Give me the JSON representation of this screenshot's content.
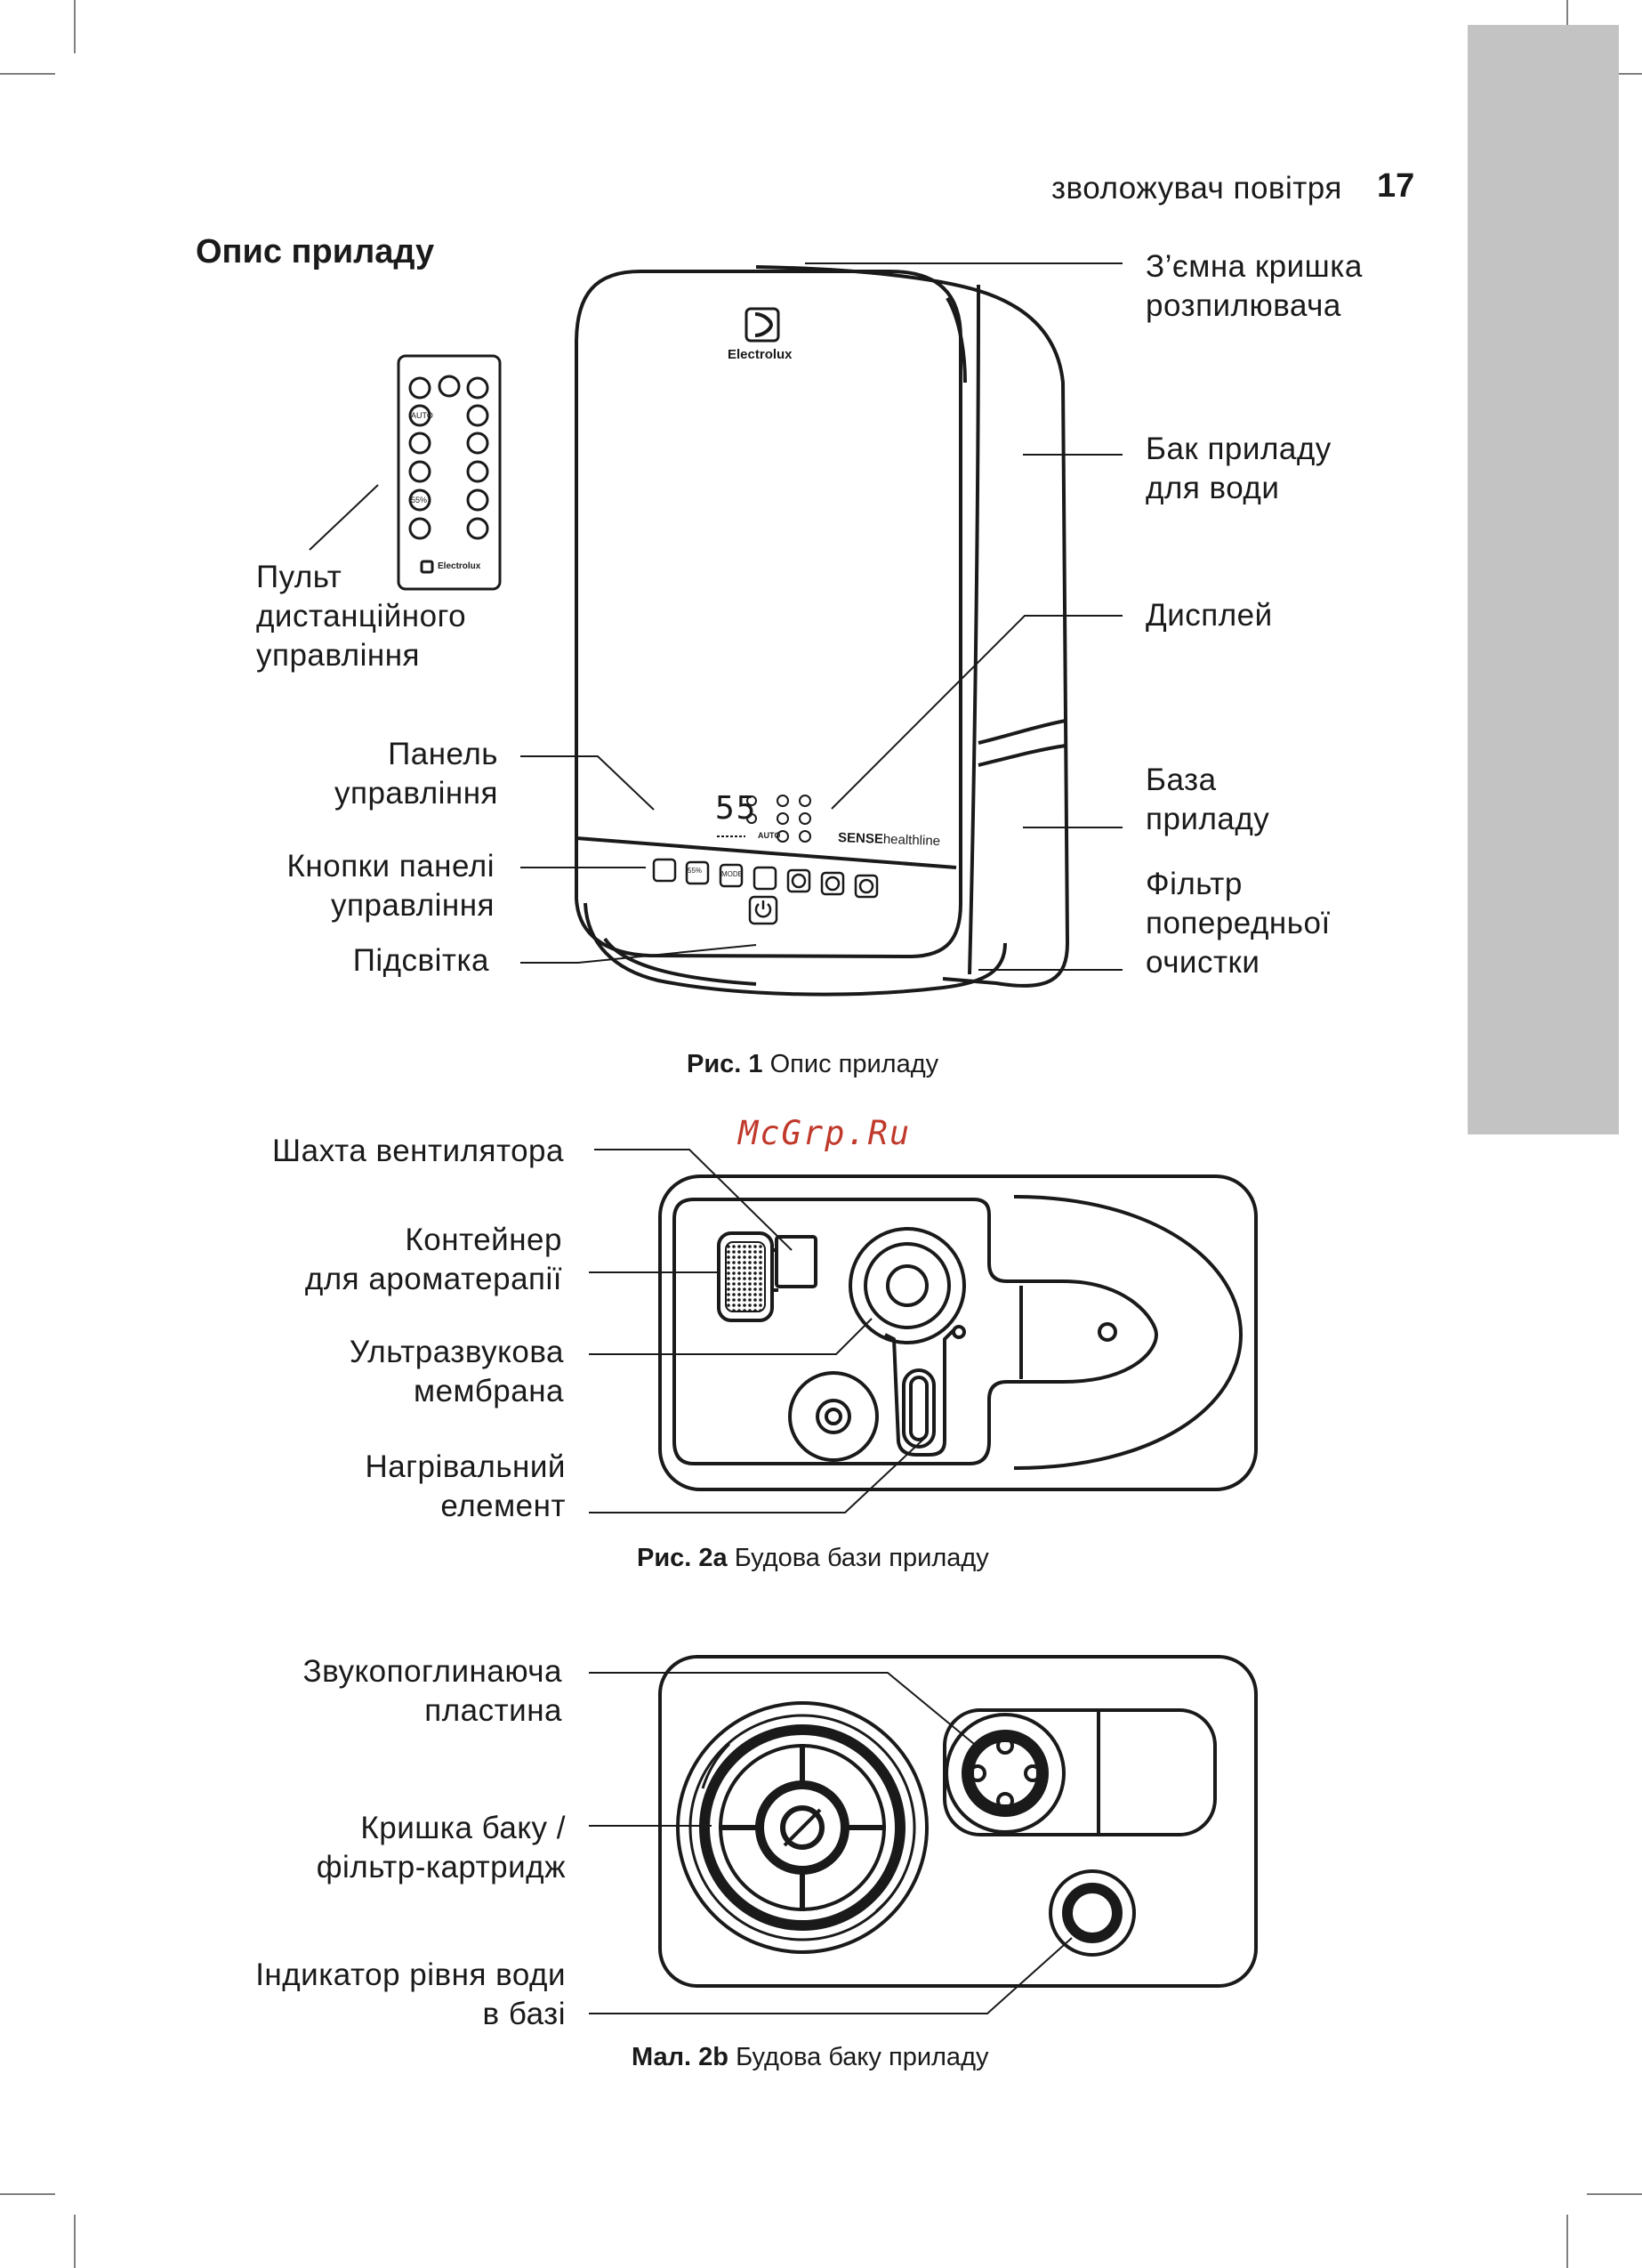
{
  "header": {
    "running_title": "зволожувач повітря",
    "page_number": "17"
  },
  "section_title": "Опис приладу",
  "watermark": "McGrp.Ru",
  "fig1": {
    "caption_bold": "Рис. 1",
    "caption_text": "Опис приладу",
    "device_brand": "Electrolux",
    "device_sense": "SENSE",
    "device_healthline": "healthline",
    "display_value": "55",
    "labels": {
      "spray_cover": [
        "З’ємна кришка",
        "розпилювача"
      ],
      "water_tank": [
        "Бак приладу",
        "для води"
      ],
      "display": [
        "Дисплей"
      ],
      "base": [
        "База",
        "приладу"
      ],
      "prefilter": [
        "Фільтр",
        "попередньої",
        "очистки"
      ],
      "remote": [
        "Пульт",
        "дистанційного",
        "управління"
      ],
      "control_panel": [
        "Панель",
        "управління"
      ],
      "panel_buttons": [
        "Кнопки панелі",
        "управління"
      ],
      "backlight": [
        "Підсвітка"
      ]
    },
    "remote_buttons": [
      "AUTO",
      "55%"
    ],
    "panel_buttons": [
      "55%",
      "MODE"
    ],
    "display_small": "AUTO"
  },
  "fig2a": {
    "caption_bold": "Рис. 2а",
    "caption_text": "Будова бази приладу",
    "labels": {
      "fan_shaft": [
        "Шахта вентилятора"
      ],
      "aroma": [
        "Контейнер",
        "для ароматерапії"
      ],
      "membrane": [
        "Ультразвукова",
        "мембрана"
      ],
      "heater": [
        "Нагрівальний",
        "елемент"
      ]
    }
  },
  "fig2b": {
    "caption_bold": "Мал. 2b",
    "caption_text": "Будова баку приладу",
    "labels": {
      "sound_plate": [
        "Звукопоглинаюча",
        "пластина"
      ],
      "tank_cap": [
        "Кришка баку /",
        "фільтр-картридж"
      ],
      "level_indicator": [
        "Індикатор рівня води",
        "в базі"
      ]
    }
  },
  "colors": {
    "side_tab": "#c3c3c3",
    "watermark": "#c0392b",
    "ink": "#1a1a1a"
  }
}
